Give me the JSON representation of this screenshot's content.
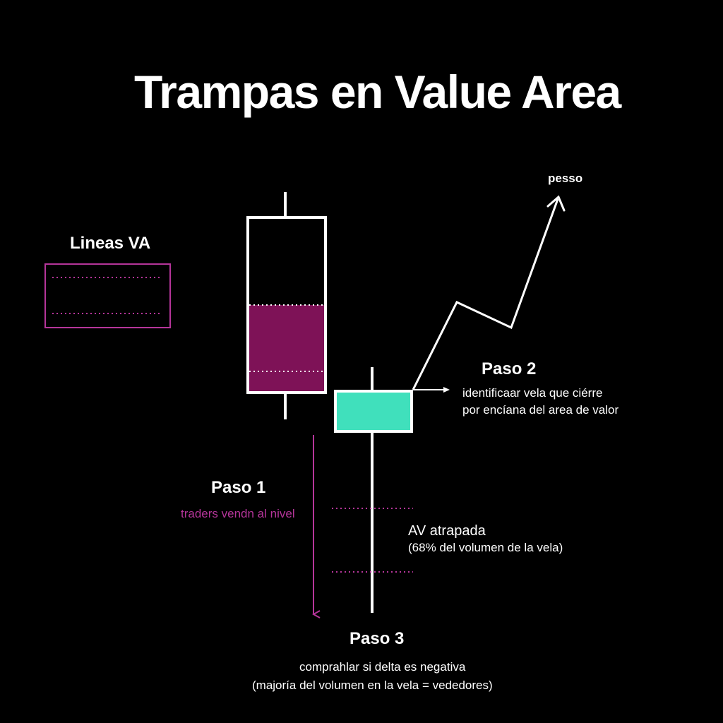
{
  "title": "Trampas en Value Area",
  "legend": {
    "label": "Lineas VA"
  },
  "arrow_label": "pesso",
  "step1": {
    "heading": "Paso 1",
    "text": "traders vendn al nivel"
  },
  "step2": {
    "heading": "Paso 2",
    "line1": "identificaar vela que ciérre",
    "line2": "por encíana del area de valor"
  },
  "trapped": {
    "heading": "AV atrapada",
    "text": "(68% del volumen de la vela)"
  },
  "step3": {
    "heading": "Paso 3",
    "line1": "comprahlar si delta es negativa",
    "line2": "(majoría del volumen en la vela = vededores)"
  },
  "colors": {
    "background": "#000000",
    "magenta_fill": "#7e1257",
    "magenta_line": "#b5359a",
    "teal_fill": "#40e0bc",
    "white": "#ffffff"
  }
}
